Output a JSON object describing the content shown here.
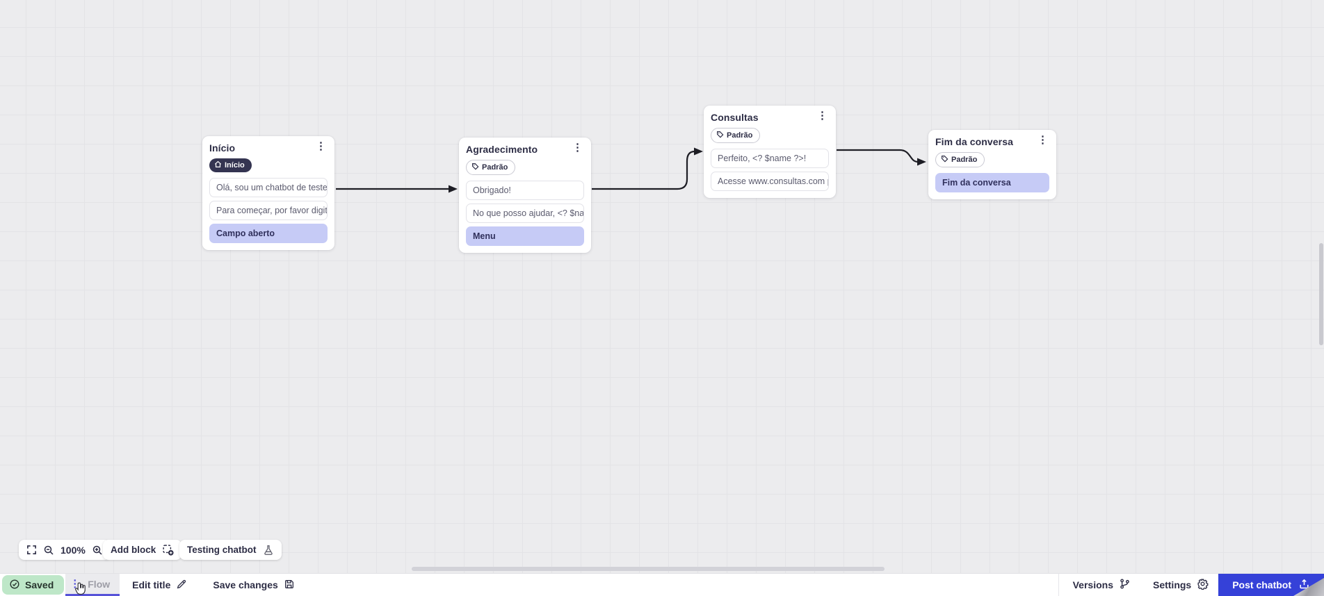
{
  "canvas": {
    "nodes": [
      {
        "title": "Início",
        "badge": {
          "label": "Início",
          "type": "start"
        },
        "blocks": [
          {
            "type": "text",
            "label": "Olá, sou um chatbot de teste!"
          },
          {
            "type": "text",
            "label": "Para começar, por favor digite o ..."
          },
          {
            "type": "input",
            "label": "Campo aberto"
          }
        ]
      },
      {
        "title": "Agradecimento",
        "badge": {
          "label": "Padrão",
          "type": "tag"
        },
        "blocks": [
          {
            "type": "text",
            "label": "Obrigado!"
          },
          {
            "type": "text",
            "label": "No que posso ajudar, <? $name ..."
          },
          {
            "type": "input",
            "label": "Menu"
          }
        ]
      },
      {
        "title": "Consultas",
        "badge": {
          "label": "Padrão",
          "type": "tag"
        },
        "blocks": [
          {
            "type": "text",
            "label": "Perfeito, <? $name ?>!"
          },
          {
            "type": "text",
            "label": "Acesse www.consultas.com par..."
          }
        ]
      },
      {
        "title": "Fim da conversa",
        "badge": {
          "label": "Padrão",
          "type": "tag"
        },
        "blocks": [
          {
            "type": "input",
            "label": "Fim da conversa"
          }
        ]
      }
    ]
  },
  "toolbar": {
    "zoom_level": "100%",
    "add_block_label": "Add block",
    "testing_label": "Testing chatbot"
  },
  "statusbar": {
    "saved_label": "Saved",
    "flow_tab_label": "Flow",
    "edit_title_label": "Edit title",
    "save_changes_label": "Save changes",
    "versions_label": "Versions",
    "settings_label": "Settings",
    "post_button_label": "Post chatbot"
  },
  "colors": {
    "accent_purple": "#5652d8",
    "post_button_blue": "#3541d8",
    "saved_green": "#bee7c8",
    "input_block_purple": "#c6cbf6",
    "start_badge_dark": "#343451"
  }
}
